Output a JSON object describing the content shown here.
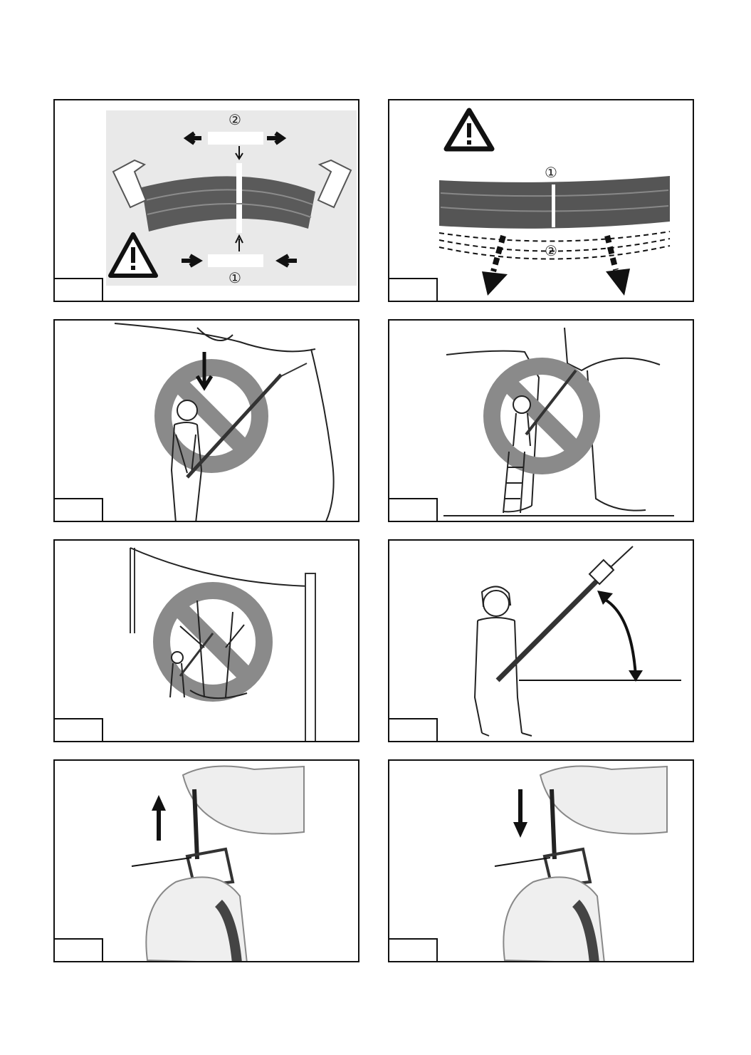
{
  "figures": [
    {
      "id": "fig-branch-tension-compression",
      "labels": [
        "②",
        "①"
      ]
    },
    {
      "id": "fig-branch-sag",
      "labels": [
        "①",
        "②"
      ]
    },
    {
      "id": "fig-no-cut-above-head",
      "labels": []
    },
    {
      "id": "fig-no-ladder",
      "labels": []
    },
    {
      "id": "fig-no-power-lines",
      "labels": []
    },
    {
      "id": "fig-working-angle",
      "labels": []
    },
    {
      "id": "fig-chain-install-up",
      "labels": []
    },
    {
      "id": "fig-chain-install-down",
      "labels": []
    }
  ],
  "colors": {
    "ink": "#111111",
    "prohibit": "#8a8a8a",
    "wood": "#5a5a5a",
    "panel_bg": "#e8e8e8"
  },
  "icons": [
    "warning-triangle-icon",
    "prohibition-icon",
    "arrow-icon"
  ]
}
